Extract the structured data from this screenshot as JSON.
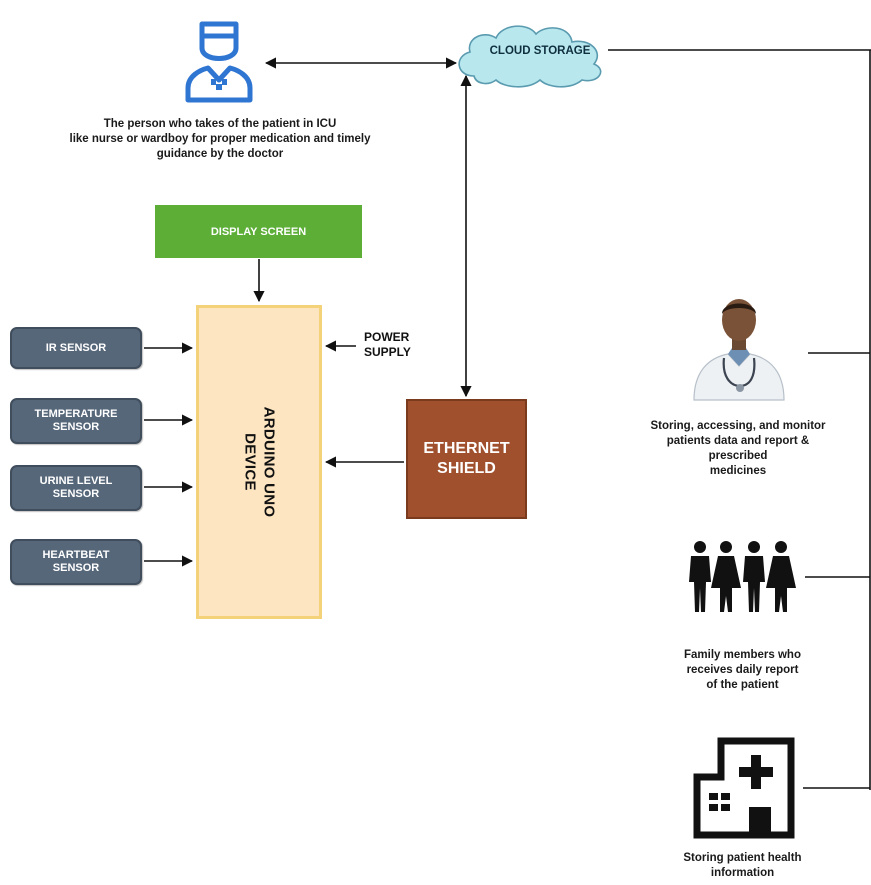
{
  "nurse": {
    "icon": "nurse-icon",
    "caption_lines": [
      "The person who takes of the patient in  ICU",
      "like nurse or wardboy for proper medication and timely",
      "guidance by the doctor"
    ]
  },
  "cloud": {
    "label": "CLOUD STORAGE",
    "icon": "cloud-icon",
    "color": "#b8e7ee"
  },
  "display": {
    "label": "DISPLAY SCREEN",
    "color": "#5cae37"
  },
  "sensors": [
    {
      "label_lines": [
        "IR SENSOR"
      ]
    },
    {
      "label_lines": [
        "TEMPERATURE",
        "SENSOR"
      ]
    },
    {
      "label_lines": [
        "URINE LEVEL",
        "SENSOR"
      ]
    },
    {
      "label_lines": [
        "HEARTBEAT",
        "SENSOR"
      ]
    }
  ],
  "arduino": {
    "label_lines": [
      "ARDUINO UNO",
      "DEVICE"
    ],
    "color": "#fde5c2"
  },
  "power": {
    "label_lines": [
      "POWER",
      "SUPPLY"
    ]
  },
  "ethernet": {
    "label_lines": [
      "ETHERNET",
      "SHIELD"
    ],
    "color": "#a0502d"
  },
  "doctor": {
    "icon": "doctor-icon",
    "caption_lines": [
      "Storing, accessing, and monitor",
      "patients data and report &",
      "prescribed",
      "medicines"
    ]
  },
  "family": {
    "icon": "family-icon",
    "caption_lines": [
      "Family members who",
      "receives daily report",
      "of the patient"
    ]
  },
  "hospital": {
    "icon": "hospital-icon",
    "caption_lines": [
      "Storing patient health",
      "information"
    ]
  }
}
